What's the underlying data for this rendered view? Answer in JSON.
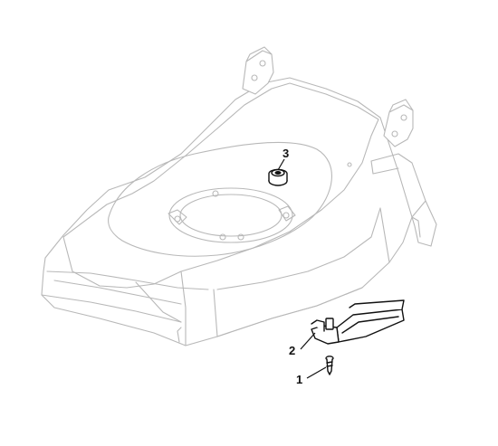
{
  "callouts": [
    {
      "id": "1",
      "label": "1"
    },
    {
      "id": "2",
      "label": "2"
    },
    {
      "id": "3",
      "label": "3"
    }
  ],
  "colors": {
    "ghost_outline": "#b8b8b8",
    "part_outline": "#111111",
    "background": "#ffffff"
  }
}
